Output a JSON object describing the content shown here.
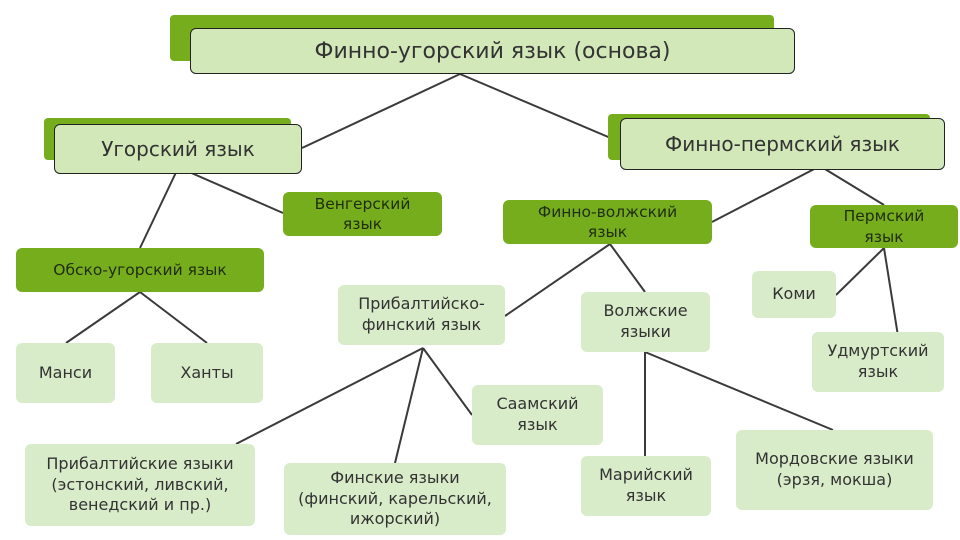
{
  "root": "Финно-угорский язык (основа)",
  "ugric": "Угорский язык",
  "finno_permic": "Финно-пермский язык",
  "hungarian": "Венгерский язык",
  "ob_ugric": "Обско-угорский язык",
  "mansi": "Манси",
  "khanty": "Ханты",
  "finno_volgaic": "Финно-волжский язык",
  "permic": "Пермский язык",
  "komi": "Коми",
  "udmurt": "Удмуртский язык",
  "baltic_finnic": "Прибалтийско-финский язык",
  "volgaic": "Волжские языки",
  "sami": "Саамский язык",
  "baltic_languages": "Прибалтийские языки (эстонский, ливский, венедский и пр.)",
  "finnic_languages": "Финские языки (финский, карельский, ижорский)",
  "mari": "Марийский язык",
  "mordvin": "Мордовские языки (эрзя, мокша)",
  "colors": {
    "dark_green": "#76ad1c",
    "light_green": "#d9ecc9",
    "frame_fill": "#d2e8b8",
    "line": "#3a3a3a"
  }
}
